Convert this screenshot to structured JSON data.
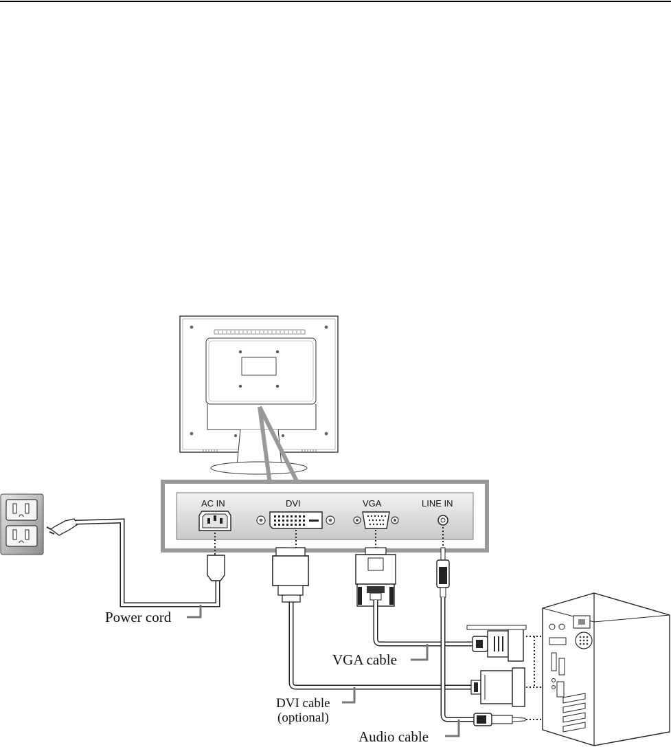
{
  "panel": {
    "ports": {
      "ac_in": "AC IN",
      "dvi": "DVI",
      "vga": "VGA",
      "line_in": "LINE IN"
    }
  },
  "cables": {
    "power": "Power cord",
    "vga": "VGA cable",
    "dvi": "DVI cable",
    "dvi_note": "(optional)",
    "audio": "Audio cable"
  }
}
